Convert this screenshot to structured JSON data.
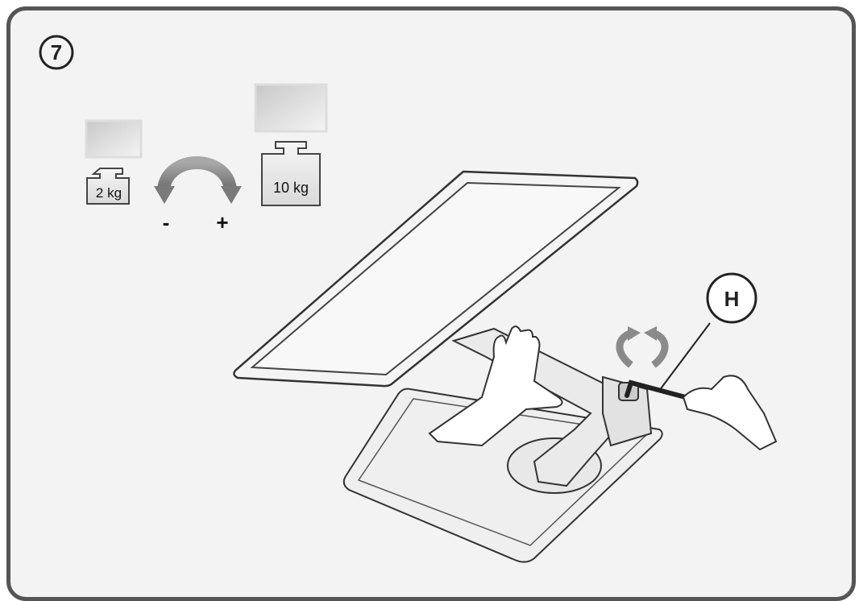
{
  "step": {
    "number": "7"
  },
  "weights": {
    "light": {
      "label": "2 kg"
    },
    "heavy": {
      "label": "10 kg"
    }
  },
  "adjust": {
    "minus": "-",
    "plus": "+"
  },
  "callout": {
    "tool_letter": "H"
  },
  "colors": {
    "frame": "#555555",
    "background": "#f3f3f3",
    "arrow_gray": "#8a8a8a",
    "line": "#333333"
  },
  "icons": [
    "monitor-icon",
    "weight-icon",
    "curved-arrow-icon",
    "hand-icon",
    "allen-key-icon",
    "rotate-arrows-icon"
  ]
}
